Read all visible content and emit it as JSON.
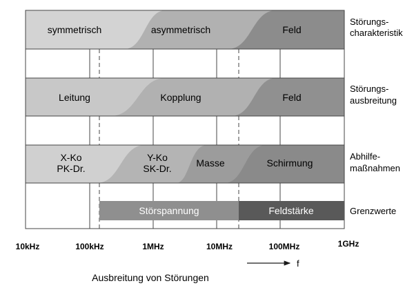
{
  "rows": [
    {
      "regions": [
        "symmetrisch",
        "asymmetrisch",
        "Feld"
      ],
      "label": [
        "Störungs-",
        "charakteristik"
      ],
      "colors": [
        "#d3d3d3",
        "#b1b1b1",
        "#8c8c8c"
      ]
    },
    {
      "regions": [
        "Leitung",
        "Kopplung",
        "Feld"
      ],
      "label": [
        "Störungs-",
        "ausbreitung"
      ],
      "colors": [
        "#c8c8c8",
        "#b1b1b1",
        "#909090"
      ]
    },
    {
      "regions": [
        "X-Ko",
        "PK-Dr.",
        "Y-Ko",
        "SK-Dr.",
        "Masse",
        "Schirmung"
      ],
      "label": [
        "Abhilfe-",
        "maßnahmen"
      ],
      "colors": [
        "#d0d0d0",
        "#b4b4b4",
        "#9c9c9c",
        "#8a8a8a"
      ]
    }
  ],
  "limits": {
    "left_label": "Störspannung",
    "right_label": "Feldstärke",
    "row_label": "Grenzwerte",
    "colors": [
      "#8f8f8f",
      "#595959"
    ]
  },
  "axis": {
    "ticks": [
      "10kHz",
      "100kHz",
      "1MHz",
      "10MHz",
      "100MHz",
      "1GHz"
    ],
    "arrow_label": "f"
  },
  "caption": "Ausbreitung von Störungen"
}
